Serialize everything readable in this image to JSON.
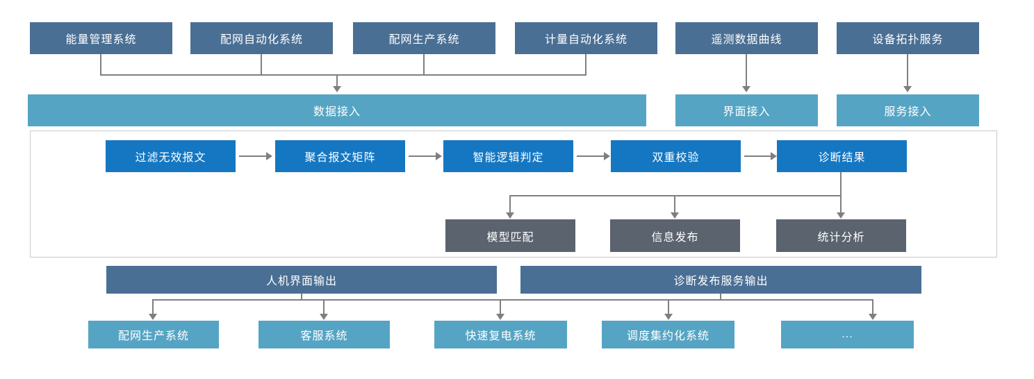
{
  "diagram": {
    "sources": [
      "能量管理系统",
      "配网自动化系统",
      "配网生产系统",
      "计量自动化系统",
      "遥测数据曲线",
      "设备拓扑服务"
    ],
    "access": [
      "数据接入",
      "界面接入",
      "服务接入"
    ],
    "pipeline": [
      "过滤无效报文",
      "聚合报文矩阵",
      "智能逻辑判定",
      "双重校验",
      "诊断结果"
    ],
    "results": [
      "模型匹配",
      "信息发布",
      "统计分析"
    ],
    "outputs": [
      "人机界面输出",
      "诊断发布服务输出"
    ],
    "targets": [
      "配网生产系统",
      "客服系统",
      "快速复电系统",
      "调度集约化系统",
      "..."
    ]
  },
  "colors": {
    "source_box": "#4a6f94",
    "access_box": "#56a4c4",
    "pipeline_box": "#1577c2",
    "result_box": "#5a636e",
    "output_box": "#4a6f94",
    "target_box": "#56a4c4",
    "connector_line": "#7f7f7f",
    "frame_border": "#c9c9c9"
  }
}
